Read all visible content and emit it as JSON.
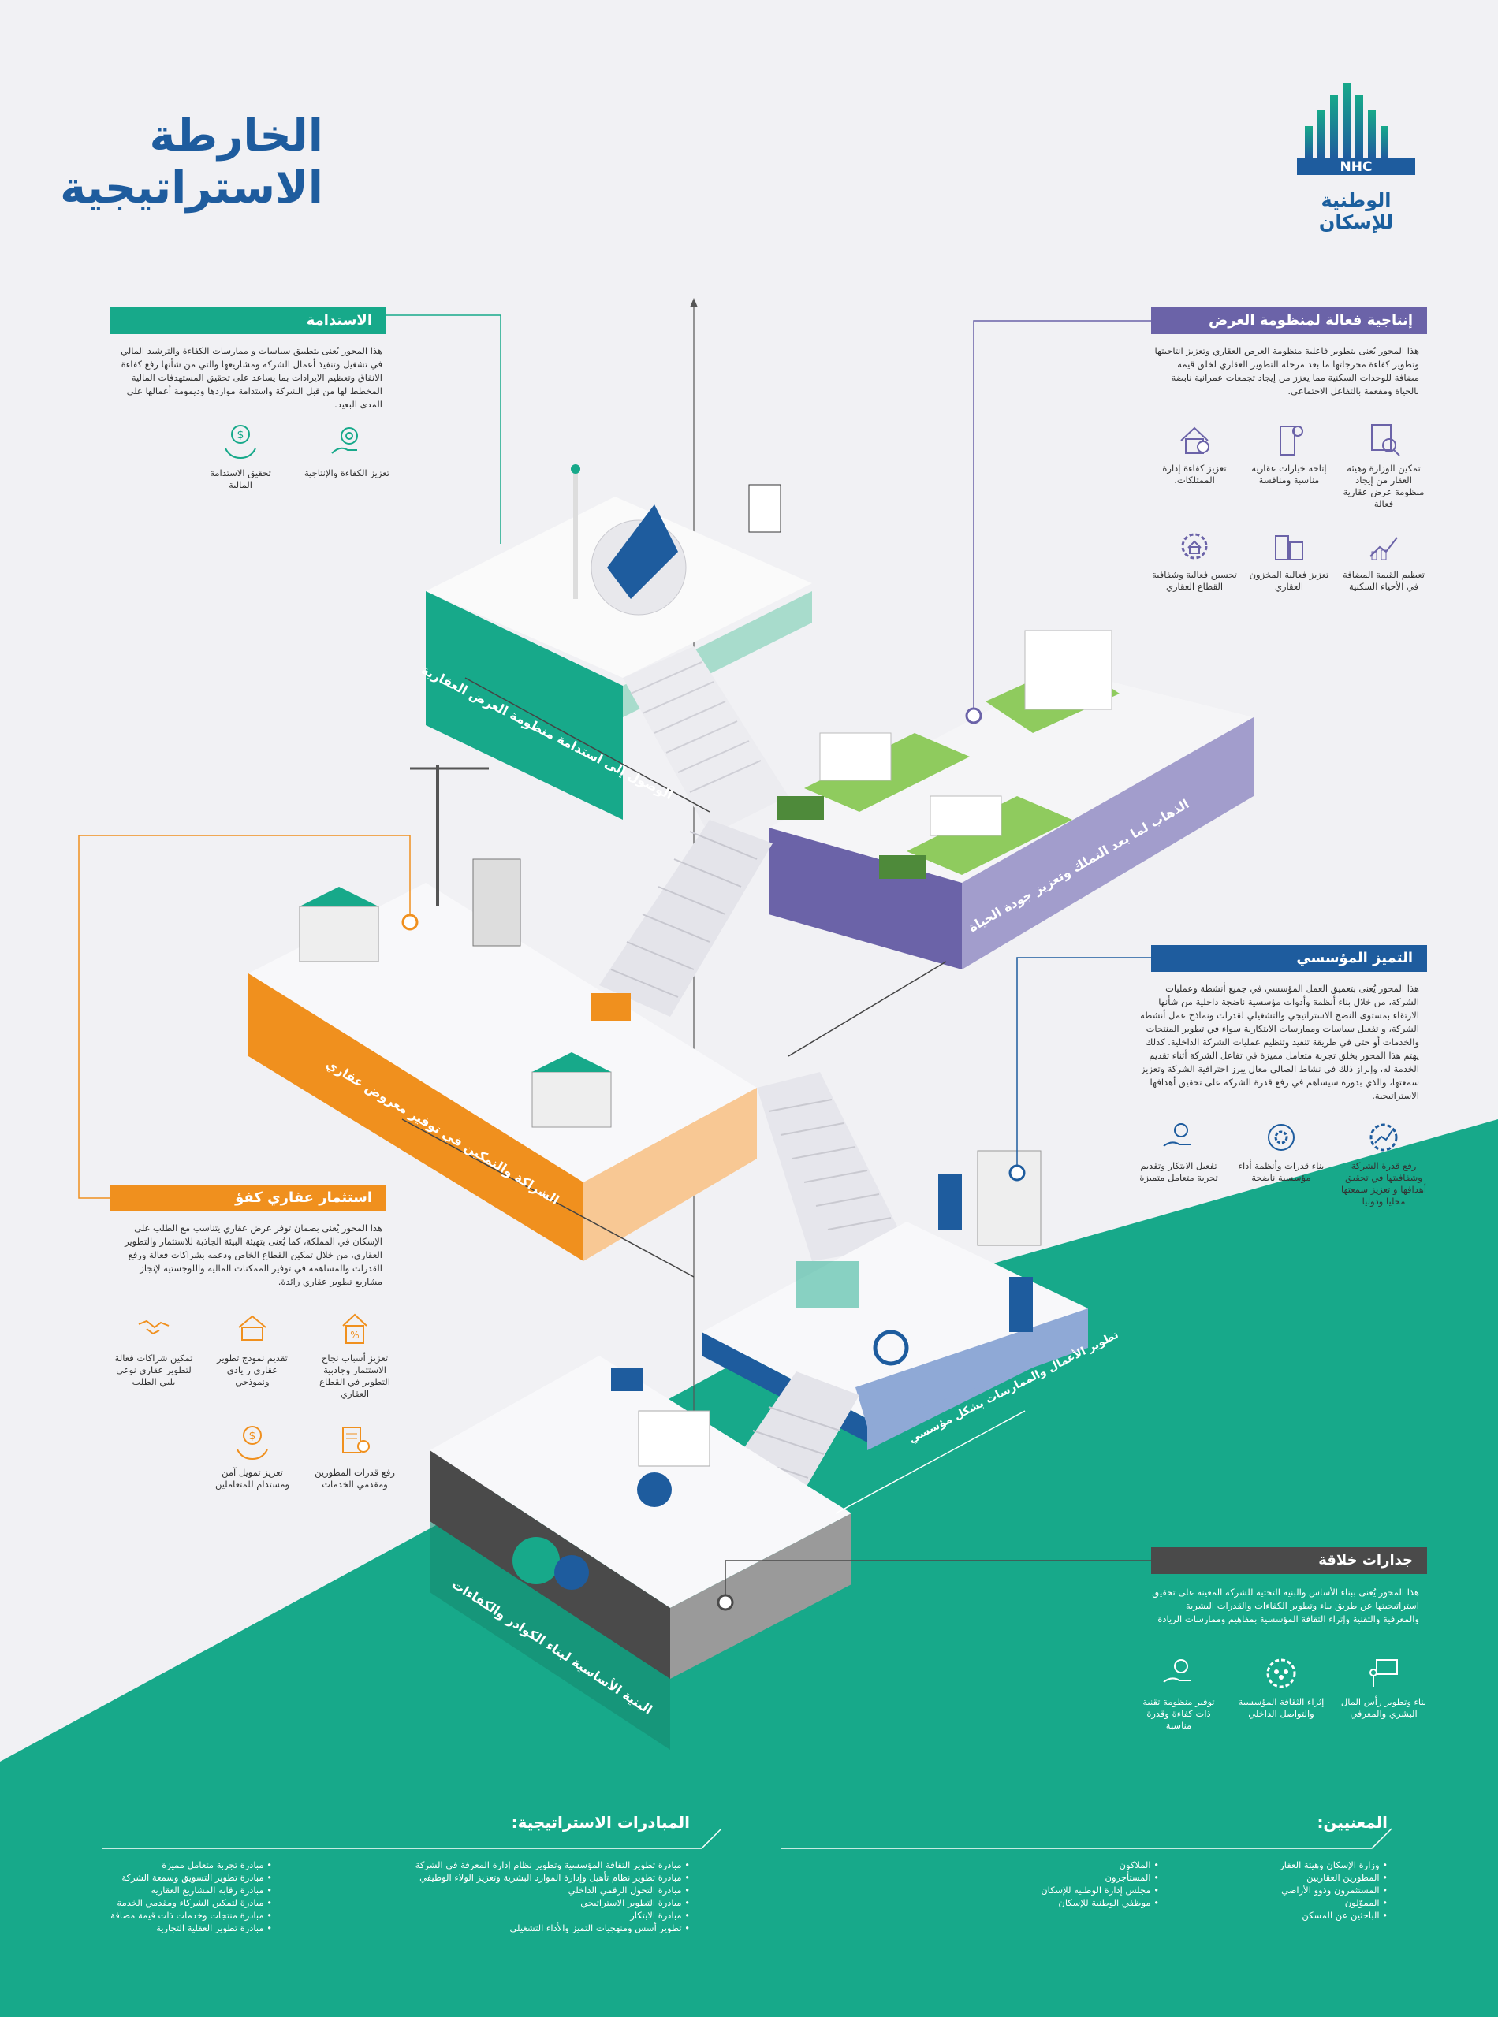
{
  "title": {
    "line1": "الخارطة",
    "line2": "الاستراتيجية"
  },
  "logo": {
    "mark": "NHC",
    "name": "الوطنية للإسكان"
  },
  "colors": {
    "green": "#17a98a",
    "blue": "#1e5c9e",
    "purple": "#6b63a8",
    "orange": "#f0901e",
    "dark": "#4a4a4a",
    "navy": "#1e5c9e"
  },
  "pillars": {
    "sustainability": {
      "header": "الاستدامة",
      "text": "هذا المحور يُعنى بتطبيق سياسات و ممارسات الكفاءة والترشيد المالي في تشغيل وتنفيذ أعمال الشركة ومشاريعها والتي من شأنها رفع كفاءة الانفاق وتعظيم الايرادات بما يساعد على تحقيق المستهدفات المالية المخطط لها من قبل الشركة واستدامة مواردها وديمومة أعمالها على المدى البعيد.",
      "items": [
        {
          "label": "تعزيز الكفاءة والإنتاجية",
          "icon": "gear-hand-icon"
        },
        {
          "label": "تحقيق الاستدامة المالية",
          "icon": "money-hand-icon"
        }
      ]
    },
    "supply": {
      "header": "إنتاجية فعالة لمنظومة العرض",
      "text": "هذا المحور يُعنى بتطوير فاعلية منظومة العرض العقاري وتعزيز انتاجيتها وتطوير كفاءة مخرجاتها ما بعد مرحلة التطوير العقاري لخلق قيمة مضافة للوحدات السكنية مما يعزز من إيجاد تجمعات عمرانية نابضة بالحياة ومفعمة بالتفاعل الاجتماعي.",
      "items": [
        {
          "label": "تمكين الوزارة وهيئة العقار من إيجاد منظومة عرض عقارية فعالة",
          "icon": "document-search-icon"
        },
        {
          "label": "إتاحة خيارات عقارية مناسبة ومنافسة",
          "icon": "building-gear-icon"
        },
        {
          "label": "تعزيز كفاءة إدارة الممتلكات.",
          "icon": "house-check-icon"
        },
        {
          "label": "تعظيم القيمة المضافة في الأحياء السكنية",
          "icon": "chart-city-icon"
        },
        {
          "label": "تعزيز فعالية المخزون العقاري",
          "icon": "buildings-icon"
        },
        {
          "label": "تحسين فعالية وشفافية القطاع العقاري",
          "icon": "gear-house-icon"
        }
      ]
    },
    "excellence": {
      "header": "التميز المؤسسي",
      "text": "هذا المحور يُعنى بتعميق العمل المؤسسي في جميع أنشطة وعمليات الشركة، من خلال بناء أنظمة وأدوات مؤسسية ناضجة داخلية من شأنها الارتقاء بمستوى النضج الاستراتيجي والتشغيلي لقدرات ونماذج عمل أنشطة الشركة، و تفعيل سياسات وممارسات الابتكارية سواء في تطوير المنتجات والخدمات أو حتى في طريقة تنفيذ وتنظيم عمليات الشركة الداخلية. كذلك يهتم هذا المحور بخلق تجربة متعامل مميزة في تفاعل الشركة أثناء تقديم الخدمة له، وإبراز ذلك في نشاط الصالي معال يبرز احترافية الشركة وتعزيز سمعتها، والذي بدوره سيساهم في رفع قدرة الشركة على تحقيق أهدافها الاستراتيجية.",
      "items": [
        {
          "label": "رفع قدرة الشركة وشفافيتها في تحقيق أهدافها و تعزيز سمعتها محليا ودوليا",
          "icon": "chart-gear-icon"
        },
        {
          "label": "بناء قدرات وأنظمة أداء مؤسسية ناضجة",
          "icon": "cycle-gear-icon"
        },
        {
          "label": "تفعيل الابتكار وتقديم تجربة متعامل متميزة",
          "icon": "lightbulb-hand-icon"
        }
      ]
    },
    "investment": {
      "header": "استثمار عقاري كفؤ",
      "text": "هذا المحور يُعنى بضمان توفر عرض عقاري يتناسب مع الطلب على الإسكان في المملكة، كما يُعنى بتهيئة البيئة الجاذبة للاستثمار والتطوير العقاري، من خلال تمكين القطاع الخاص ودعمه بشراكات فعالة ورفع القدرات والمساهمة في توفير الممكنات المالية واللوجستية لإنجاز مشاريع تطوير عقاري رائدة.",
      "items": [
        {
          "label": "تعزيز أسباب نجاح الاستثمار وجاذبية التطوير في القطاع العقاري",
          "icon": "percent-building-icon"
        },
        {
          "label": "تقديم نموذج تطوير عقاري ر يادي ونموذجي",
          "icon": "house-model-icon"
        },
        {
          "label": "تمكين شراكات فعالة لتطوير عقاري نوعي يلبي الطلب",
          "icon": "handshake-icon"
        },
        {
          "label": "رفع قدرات المطورين ومقدمي الخدمات",
          "icon": "checklist-worker-icon"
        },
        {
          "label": "تعزيز تمويل آمن ومستدام للمتعاملين",
          "icon": "money-hand-icon"
        }
      ]
    },
    "capabilities": {
      "header": "جدارات خلاقة",
      "text": "هذا المحور يُعنى ببناء الأساس والبنية التحتية للشركة المعينة على تحقيق استراتيجيتها عن طريق بناء وتطوير الكفاءات والقدرات البشرية والمعرفية والتقنية وإثراء الثقافة المؤسسية بمفاهيم وممارسات الريادة",
      "items": [
        {
          "label": "بناء وتطوير رأس المال البشري والمعرفي",
          "icon": "presentation-icon"
        },
        {
          "label": "إثراء الثقافة المؤسسية والتواصل الداخلي",
          "icon": "team-gear-icon"
        },
        {
          "label": "توفير منظومة تقنية ذات كفاءة وقدرة مناسبة",
          "icon": "tech-hand-icon"
        }
      ]
    }
  },
  "platforms": {
    "p1": "الوصول إلى استدامة منظومة العرض العقارية",
    "p2": "الذهاب لما بعد التملك وتعزيز جودة الحياة",
    "p3": "الشراكة والتمكين في توفير معروض عقاري",
    "p4": "تطوير الأعمال والممارسات بشكل مؤسسي",
    "p5": "البنية الأساسية لبناء الكوادر والكفاءات"
  },
  "footer": {
    "stakeholders_title": "المعنيين:",
    "stakeholders_col1": [
      "وزارة الإسكان وهيئة العقار",
      "المطورين العقاريين",
      "المستثمرون وذوو الأراضي",
      "المموّلون",
      "الباحثين عن المسكن"
    ],
    "stakeholders_col2": [
      "الملاكون",
      "المستأجرون",
      "مجلس إدارة الوطنية للإسكان",
      "موظفي الوطنية للإسكان"
    ],
    "initiatives_title": "المبادرات الاستراتيجية:",
    "initiatives_col1": [
      "مبادرة تطوير الثقافة المؤسسية وتطوير نظام إدارة المعرفة في الشركة",
      "مبادرة تطوير نظام تأهيل وإدارة الموارد البشرية وتعزيز الولاء الوظيفي",
      "مبادرة التحول الرقمي الداخلي",
      "مبادرة التطوير الاستراتيجي",
      "مبادرة الابتكار",
      "تطوير أسس ومنهجيات التميز والأداء التشغيلي"
    ],
    "initiatives_col2": [
      "مبادرة تجربة متعامل مميزة",
      "مبادرة تطوير التسويق وسمعة الشركة",
      "مبادرة رقابة المشاريع العقارية",
      "مبادرة لتمكين الشركاء ومقدمي الخدمة",
      "مبادرة منتجات وخدمات ذات قيمة مضافة",
      "مبادرة تطوير العقلية التجارية"
    ]
  }
}
